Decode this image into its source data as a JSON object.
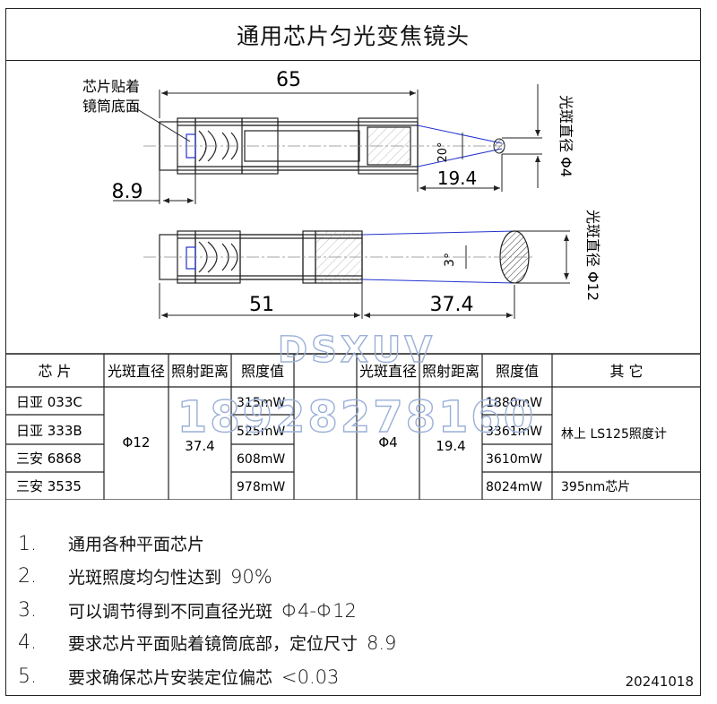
{
  "title": "通用芯片匀光变焦镜头",
  "drawing": {
    "label_chip": [
      "芯片贴着",
      "镜筒底面"
    ],
    "dim_total_length": "65",
    "dim_offset": "8.9",
    "dim_angle_top": "20°",
    "dim_distance_top": "19.4",
    "spot_label_top": "光斑直径 Φ4",
    "dim_length_bottom": "51",
    "dim_angle_bottom": "3°",
    "dim_distance_bottom": "37.4",
    "spot_label_bottom": "光斑直径 Φ12"
  },
  "watermark": {
    "brand": "DSXUV",
    "phone": "18928278160"
  },
  "table": {
    "headers": {
      "chip": "芯 片",
      "spot1": "光斑直径",
      "dist1": "照射距离",
      "irr1": "照度值",
      "spot2": "光斑直径",
      "dist2": "照射距离",
      "irr2": "照度值",
      "other": "其 它"
    },
    "chips": [
      "日亚 033C",
      "日亚 333B",
      "三安 6868",
      "三安 3535"
    ],
    "left_spot": "Φ12",
    "left_distance": "37.4",
    "left_values": [
      "315mW",
      "525mW",
      "608mW",
      "978mW"
    ],
    "right_spot": "Φ4",
    "right_distance": "19.4",
    "right_values": [
      "1880mW",
      "3361mW",
      "3610mW",
      "8024mW"
    ],
    "other_meter": "林上 LS125照度计",
    "other_chip": "395nm芯片"
  },
  "notes": [
    {
      "num": "1.",
      "text": "通用各种平面芯片",
      "value": ""
    },
    {
      "num": "2.",
      "text": "光斑照度均匀性达到",
      "value": "90%"
    },
    {
      "num": "3.",
      "text": "可以调节得到不同直径光斑",
      "value": "Φ4-Φ12"
    },
    {
      "num": "4.",
      "text": "要求芯片平面贴着镜筒底部，定位尺寸",
      "value": "8.9"
    },
    {
      "num": "5.",
      "text": "要求确保芯片安装定位偏芯",
      "value": "<0.03"
    }
  ],
  "date": "20241018"
}
